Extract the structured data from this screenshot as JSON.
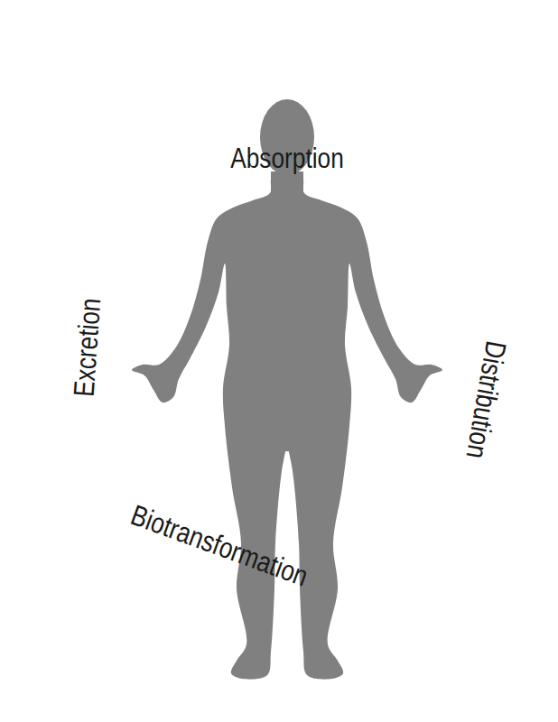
{
  "diagram": {
    "nodes": [
      {
        "text": [
          "Absorption"
        ]
      },
      {
        "text": [
          "Distribution"
        ]
      },
      {
        "text": [
          "Biotransformation"
        ]
      },
      {
        "text": [
          "Excretion"
        ]
      }
    ]
  }
}
